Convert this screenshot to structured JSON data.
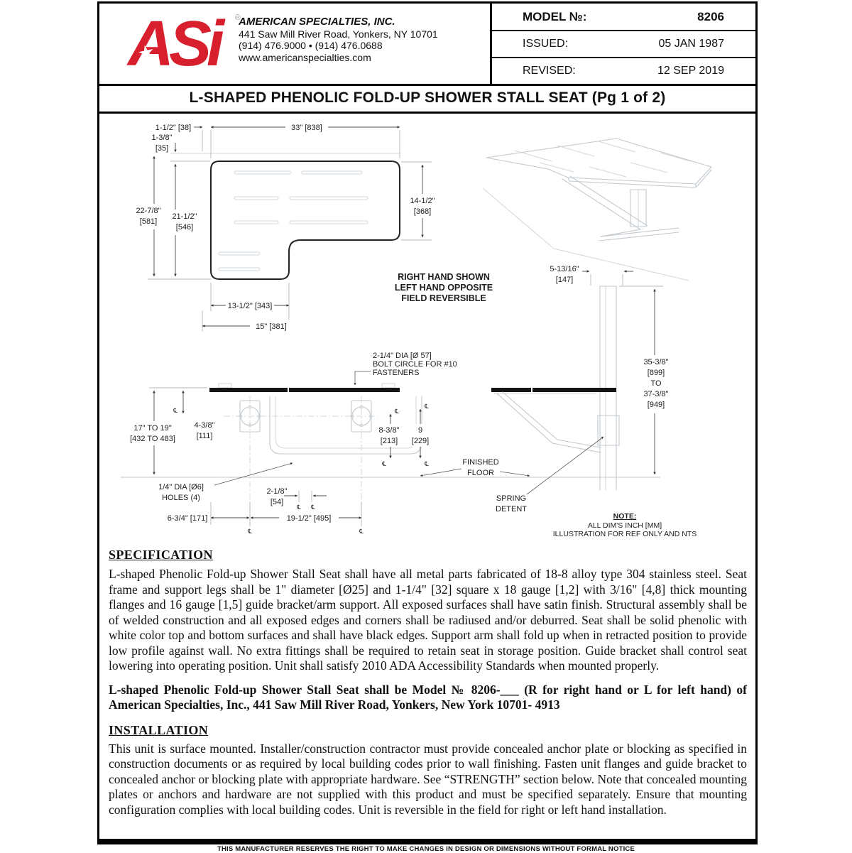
{
  "header": {
    "logo_text": "ASi",
    "logo_reg": "®",
    "logo_red": "#D81F2D",
    "company_name": "AMERICAN SPECIALTIES, INC.",
    "address": "441 Saw Mill River Road, Yonkers, NY 10701",
    "phone": "(914) 476.9000 • (914) 476.0688",
    "website": "www.americanspecialties.com",
    "model_label": "MODEL №:",
    "model_value": "8206",
    "issued_label": "ISSUED:",
    "issued_value": "05 JAN 1987",
    "revised_label": "REVISED:",
    "revised_value": "12 SEP 2019"
  },
  "title": "L-SHAPED PHENOLIC FOLD-UP SHOWER STALL SEAT (Pg 1 of 2)",
  "drawing": {
    "centerline_symbol": "℄",
    "plan": {
      "hand_note": [
        "RIGHT HAND SHOWN",
        "LEFT HAND OPPOSITE",
        "FIELD REVERSIBLE"
      ],
      "dims": {
        "side_offset": "1-1/2\" [38]",
        "overall_width": "33\" [838]",
        "top_offset": [
          "1-3/8\"",
          "[35]"
        ],
        "overall_depth": [
          "22-7/8\"",
          "[581]"
        ],
        "seat_depth": [
          "21-1/2\"",
          "[546]"
        ],
        "right_depth": [
          "14-1/2\"",
          "[368]"
        ],
        "leg_width": "13-1/2\" [343]",
        "leg_width_overall": "15\" [381]"
      }
    },
    "front": {
      "bolt_circle_note": [
        "2-1/4\" DIA [Ø 57]",
        "BOLT CIRCLE FOR #10",
        "FASTENERS"
      ],
      "dims": {
        "mounting_height": [
          "17\" TO 19\"",
          "[432 TO 483]"
        ],
        "seat_to_center": [
          "4-3/8\"",
          "[111]"
        ],
        "center_to_bottom": [
          "8-3/8\"",
          "[213]"
        ],
        "bracket_height": [
          "9",
          "[229]"
        ],
        "hole_note": [
          "1/4\" DIA [Ø6]",
          "HOLES (4)"
        ],
        "hole_spacing": [
          "2-1/8\"",
          "[54]"
        ],
        "flange_offset": "6-3/4\" [171]",
        "flange_centers": "19-1/2\" [495]"
      }
    },
    "side": {
      "dims": {
        "bracket_offset": [
          "5-13/16\"",
          "[147]"
        ],
        "wall_height": [
          "35-3/8\"",
          "[899]",
          "TO",
          "37-3/8\"",
          "[949]"
        ]
      },
      "labels": {
        "finished_floor": [
          "FINISHED",
          "FLOOR"
        ],
        "spring_detent": [
          "SPRING",
          "DETENT"
        ]
      },
      "note": {
        "title": "NOTE:",
        "line1": "ALL DIM'S INCH [MM]",
        "line2": "ILLUSTRATION FOR REF ONLY AND NTS"
      }
    }
  },
  "sections": {
    "specification": {
      "heading": "SPECIFICATION",
      "body": "L-shaped Phenolic Fold-up Shower Stall Seat shall have all metal parts fabricated of 18-8 alloy type 304 stainless steel.  Seat frame and support legs shall be 1\" diameter [Ø25] and 1-1/4\" [32] square x 18 gauge [1,2] with 3/16\" [4,8] thick mounting flanges and 16 gauge [1,5] guide bracket/arm support.  All exposed surfaces shall have satin finish.  Structural assembly shall be of welded construction and all exposed edges and corners shall be radiused and/or deburred.  Seat shall be solid phenolic with white color top and bottom surfaces and shall have black edges.  Support arm shall fold up when in retracted position to provide low profile against wall.  No extra fittings shall be required to retain seat in storage position.  Guide bracket shall control seat lowering into operating position.  Unit shall satisfy 2010 ADA Accessibility Standards when mounted properly."
    },
    "model_statement": "L-shaped Phenolic Fold-up Shower Stall Seat shall be Model № 8206-___  (R for right hand or L for left hand) of American Specialties, Inc., 441 Saw Mill River Road, Yonkers, New York 10701- 4913",
    "installation": {
      "heading": "INSTALLATION",
      "body": "This unit is surface mounted.  Installer/construction contractor must provide concealed anchor plate or blocking as specified in construction documents or as required by local building codes prior to wall finishing.  Fasten unit flanges and guide bracket to concealed anchor or blocking plate with appropriate hardware.  See “STRENGTH” section below.  Note that concealed mounting plates or anchors and hardware are not supplied with this product and must be specified separately. Ensure that mounting configuration complies with local building codes. Unit is reversible in the field for right or left hand installation."
    }
  },
  "footer": {
    "disclaimer": "THIS MANUFACTURER RESERVES THE RIGHT TO MAKE CHANGES IN DESIGN OR DIMENSIONS WITHOUT FORMAL NOTICE"
  }
}
